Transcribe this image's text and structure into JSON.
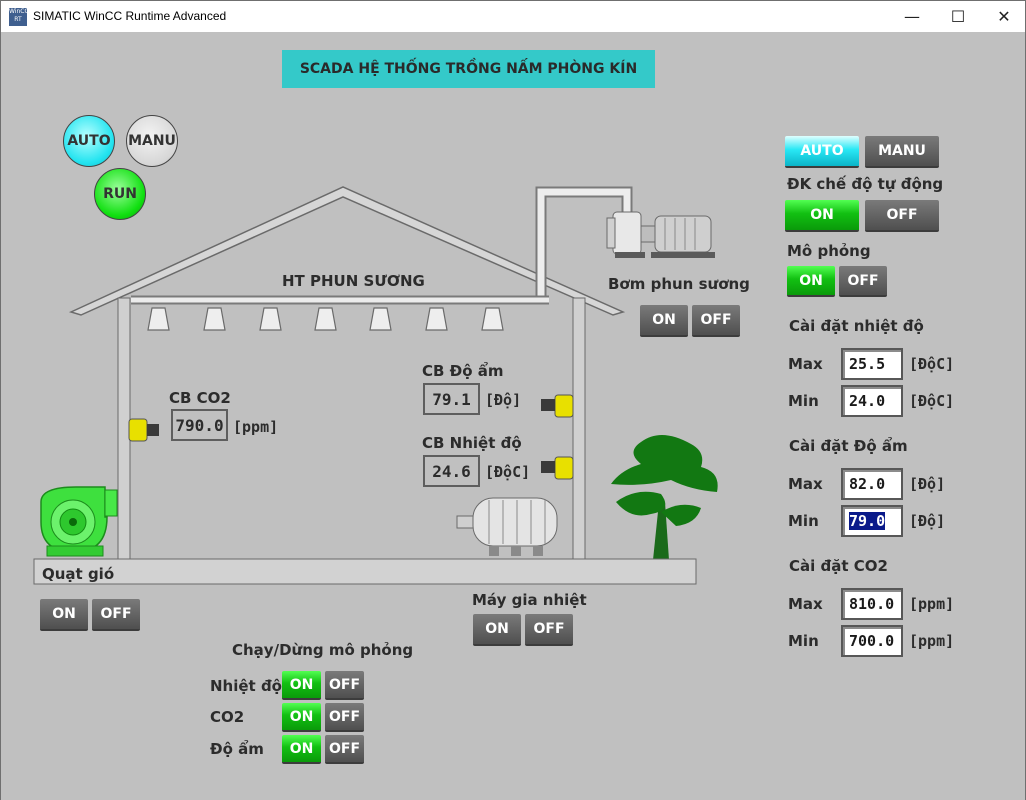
{
  "window": {
    "icon_text": "WinCC RT",
    "title": "SIMATIC WinCC Runtime Advanced",
    "minimize": "—",
    "maximize": "☐",
    "close": "✕"
  },
  "banner": "SCADA HỆ THỐNG TRỒNG NẤM PHÒNG KÍN",
  "indicators": {
    "auto": "AUTO",
    "manu": "MANU",
    "run": "RUN"
  },
  "house": {
    "spray_label": "HT PHUN SƯƠNG",
    "pump_label": "Bơm phun sương",
    "pump_on": "ON",
    "pump_off": "OFF",
    "fan_label": "Quạt gió",
    "fan_on": "ON",
    "fan_off": "OFF",
    "heater_label": "Máy gia nhiệt",
    "heater_on": "ON",
    "heater_off": "OFF"
  },
  "sensors": {
    "co2": {
      "label": "CB CO2",
      "value": "790.0",
      "unit": "[ppm]"
    },
    "humidity": {
      "label": "CB Độ ẩm",
      "value": "79.1",
      "unit": "[Độ]"
    },
    "temperature": {
      "label": "CB Nhiệt độ",
      "value": "24.6",
      "unit": "[ĐộC]"
    }
  },
  "simulation_run": {
    "title": "Chạy/Dừng mô phỏng",
    "rows": [
      {
        "label": "Nhiệt độ",
        "on": "ON",
        "off": "OFF"
      },
      {
        "label": "CO2",
        "on": "ON",
        "off": "OFF"
      },
      {
        "label": "Độ ẩm",
        "on": "ON",
        "off": "OFF"
      }
    ]
  },
  "control": {
    "auto": "AUTO",
    "manu": "MANU",
    "auto_mode_label": "ĐK chế độ tự động",
    "auto_on": "ON",
    "auto_off": "OFF",
    "sim_label": "Mô phỏng",
    "sim_on": "ON",
    "sim_off": "OFF"
  },
  "settings": {
    "temperature": {
      "title": "Cài đặt nhiệt độ",
      "max_label": "Max",
      "max": "25.5",
      "min_label": "Min",
      "min": "24.0",
      "unit": "[ĐộC]"
    },
    "humidity": {
      "title": "Cài đặt Độ ẩm",
      "max_label": "Max",
      "max": "82.0",
      "min_label": "Min",
      "min": "79.0",
      "unit": "[Độ]"
    },
    "co2": {
      "title": "Cài đặt CO2",
      "max_label": "Max",
      "max": "810.0",
      "min_label": "Min",
      "min": "700.0",
      "unit": "[ppm]"
    }
  },
  "colors": {
    "banner": "#34c9c9",
    "on_green": "#12c012",
    "auto_cyan": "#29e8f5",
    "run_green": "#11e011",
    "background": "#c0c0c0"
  }
}
